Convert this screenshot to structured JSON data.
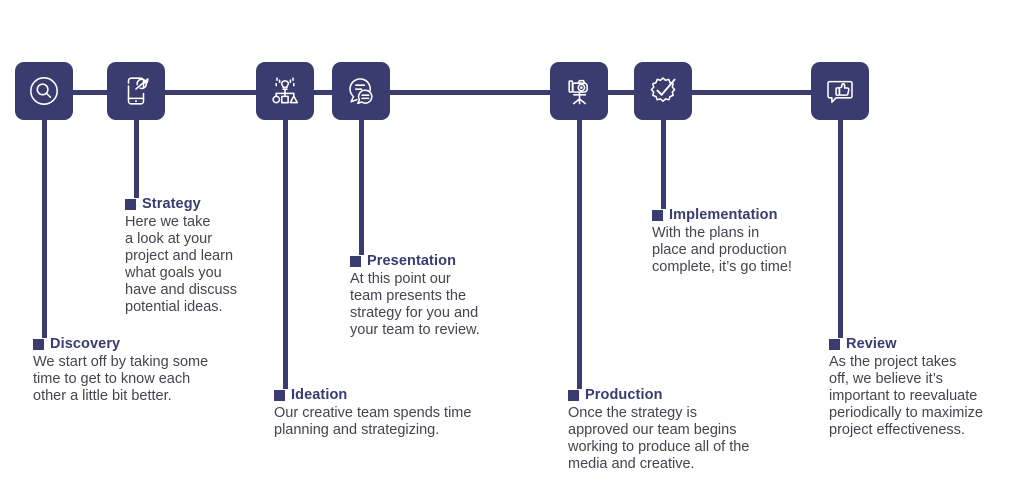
{
  "theme": {
    "accent": "#3a3b6e",
    "body_text": "#44444f",
    "background": "#ffffff",
    "icon_stroke": "#ffffff"
  },
  "diagram": {
    "type": "process-timeline",
    "orientation": "horizontal",
    "step_count": 7
  },
  "steps": [
    {
      "id": "discovery",
      "order": 1,
      "icon": "magnifier-search-icon",
      "title": "Discovery",
      "body": "We start off by taking some\ntime to get to know each\nother a little bit better.",
      "label_side": "below"
    },
    {
      "id": "strategy",
      "order": 2,
      "icon": "mobile-target-dart-icon",
      "title": "Strategy",
      "body": "Here we take\na look at your\nproject and learn\nwhat goals you\nhave and discuss\npotential ideas.",
      "label_side": "below"
    },
    {
      "id": "ideation",
      "order": 3,
      "icon": "lightbulb-shapes-idea-icon",
      "title": "Ideation",
      "body": "Our creative team spends time\nplanning and strategizing.",
      "label_side": "below"
    },
    {
      "id": "presentation",
      "order": 4,
      "icon": "speech-bubbles-chat-icon",
      "title": "Presentation",
      "body": "At this point our\nteam presents the\nstrategy for you and\nyour team to review.",
      "label_side": "below"
    },
    {
      "id": "production",
      "order": 5,
      "icon": "camera-tripod-icon",
      "title": "Production",
      "body": "Once the strategy is\napproved our team begins\nworking to produce all of the\nmedia and creative.",
      "label_side": "below"
    },
    {
      "id": "implementation",
      "order": 6,
      "icon": "badge-checkmark-icon",
      "title": "Implementation",
      "body": "With the plans in\nplace and production\ncomplete, it’s go time!",
      "label_side": "below"
    },
    {
      "id": "review",
      "order": 7,
      "icon": "thumbs-up-speech-bubble-icon",
      "title": "Review",
      "body": "As the project takes\noff, we believe it’s\nimportant to reevaluate\nperiodically to maximize\nproject effectiveness.",
      "label_side": "below"
    }
  ]
}
